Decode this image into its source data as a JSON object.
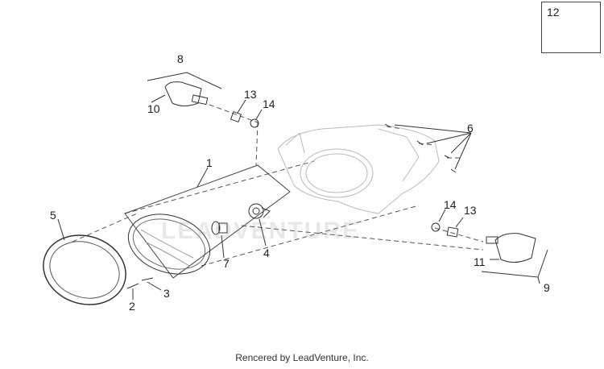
{
  "callouts": {
    "c1": "1",
    "c2": "2",
    "c3": "3",
    "c4": "4",
    "c5": "5",
    "c6": "6",
    "c7": "7",
    "c8": "8",
    "c9": "9",
    "c10": "10",
    "c11": "11",
    "c12": "12",
    "c13a": "13",
    "c13b": "13",
    "c14a": "14",
    "c14b": "14"
  },
  "watermark": "LEADVENTURE",
  "credit": "Rencered by LeadVenture, Inc."
}
